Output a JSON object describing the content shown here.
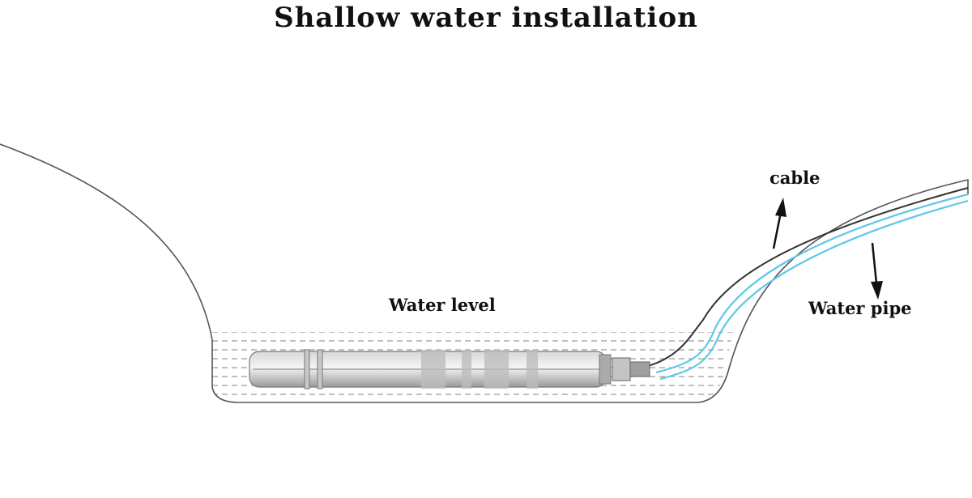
{
  "diagram": {
    "title": "Shallow water installation",
    "labels": {
      "cable": "cable",
      "water_level": "Water level",
      "water_pipe": "Water pipe"
    },
    "colors": {
      "ground_line": "#555555",
      "water_dash": "#9a9a9a",
      "cable": "#333333",
      "pipe": "#5ec8e6",
      "pump_body": "#888888"
    }
  }
}
